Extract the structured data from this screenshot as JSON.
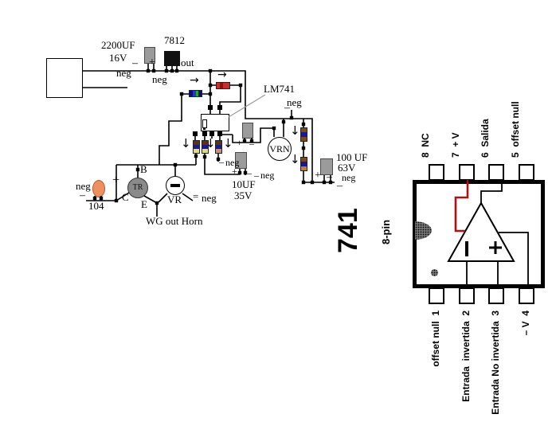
{
  "schematic": {
    "labels": {
      "cap2200_value": "2200UF",
      "cap2200_volt": "16V",
      "regulator": "7812",
      "regulator_out": "out",
      "opamp_ref": "LM741",
      "vrn": "VRN",
      "cap100_value": "100 UF",
      "cap100_volt": "63V",
      "cap10_value": "10UF",
      "cap10_volt": "35V",
      "cap104_value": "104",
      "transistor": "TR",
      "base": "B",
      "collector": "C",
      "emitter": "E",
      "vr": "VR",
      "output_note": "WG out Horn",
      "neg": "neg",
      "minus": "–",
      "plus": "+",
      "ground": "="
    },
    "icons": {
      "flow_right_arrow": "→",
      "flow_down_arrow": "↓"
    }
  },
  "pinout": {
    "title": "741",
    "package": "8-pin",
    "top_pins": [
      {
        "label": "8  NC"
      },
      {
        "label": "7  + V"
      },
      {
        "label": "6  Salida"
      },
      {
        "label": "5  offset null"
      }
    ],
    "bottom_pins": [
      {
        "label": "offset null  1"
      },
      {
        "label": "Entrada  invertida  2"
      },
      {
        "label": "Entrada No invertida  3"
      },
      {
        "label": "– V  4"
      }
    ],
    "opamp": {
      "inverting": "−",
      "non_inverting": "+"
    }
  },
  "colors": {
    "wire": "#000000",
    "power_wire_red": "#b01010",
    "capacitor_gray": "#9b9b9b",
    "transistor_gray": "#8a8a8a",
    "cap104_orange": "#ee8f5f"
  }
}
